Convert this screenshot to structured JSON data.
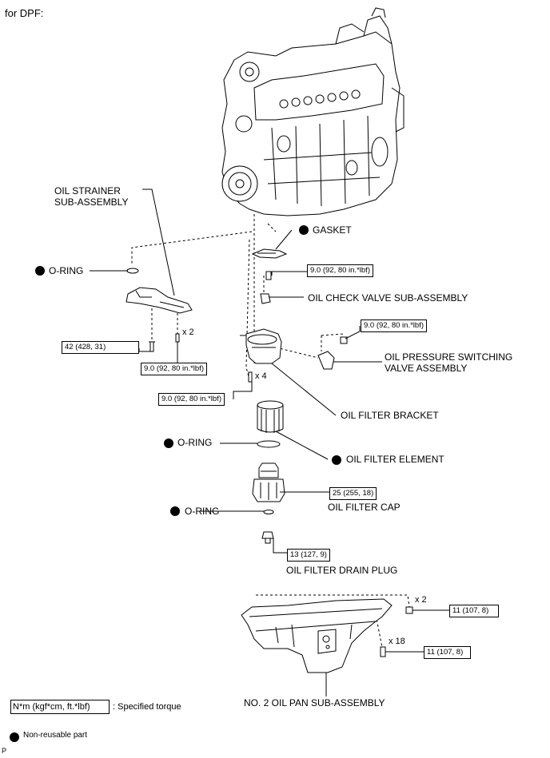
{
  "header": {
    "title": "for DPF:"
  },
  "labels": {
    "oil_strainer": "OIL STRAINER\nSUB-ASSEMBLY",
    "gasket": "GASKET",
    "oring_1": "O-RING",
    "oil_check_valve": "OIL CHECK VALVE SUB-ASSEMBLY",
    "oil_pressure_valve": "OIL PRESSURE SWITCHING\nVALVE ASSEMBLY",
    "oil_filter_bracket": "OIL FILTER BRACKET",
    "oring_2": "O-RING",
    "oil_filter_element": "OIL FILTER ELEMENT",
    "oil_filter_cap": "OIL FILTER CAP",
    "oring_3": "O-RING",
    "oil_filter_drain_plug": "OIL FILTER DRAIN PLUG",
    "oil_pan": "NO. 2 OIL PAN SUB-ASSEMBLY"
  },
  "torques": {
    "check_valve": "9.0 (92, 80 in.*lbf)",
    "pressure_valve_bolt": "9.0 (92, 80 in.*lbf)",
    "strainer_bolt_left": "42 (428, 31)",
    "strainer_bolt_right": "9.0 (92, 80 in.*lbf)",
    "bracket_bolt": "9.0 (92, 80 in.*lbf)",
    "filter_cap": "25 (255, 18)",
    "drain_plug": "13 (127, 9)",
    "oil_pan_top": "11 (107, 8)",
    "oil_pan_bottom": "11 (107, 8)"
  },
  "multipliers": {
    "strainer_bolts": "x 2",
    "bracket_bolts": "x 4",
    "oil_pan_nuts": "x 2",
    "oil_pan_bolts": "x 18"
  },
  "legend": {
    "torque_box": "N*m (kgf*cm, ft.*lbf)",
    "torque_desc": ": Specified torque",
    "nonreusable": "Non-reusable part"
  },
  "footer": {
    "code": "P"
  }
}
